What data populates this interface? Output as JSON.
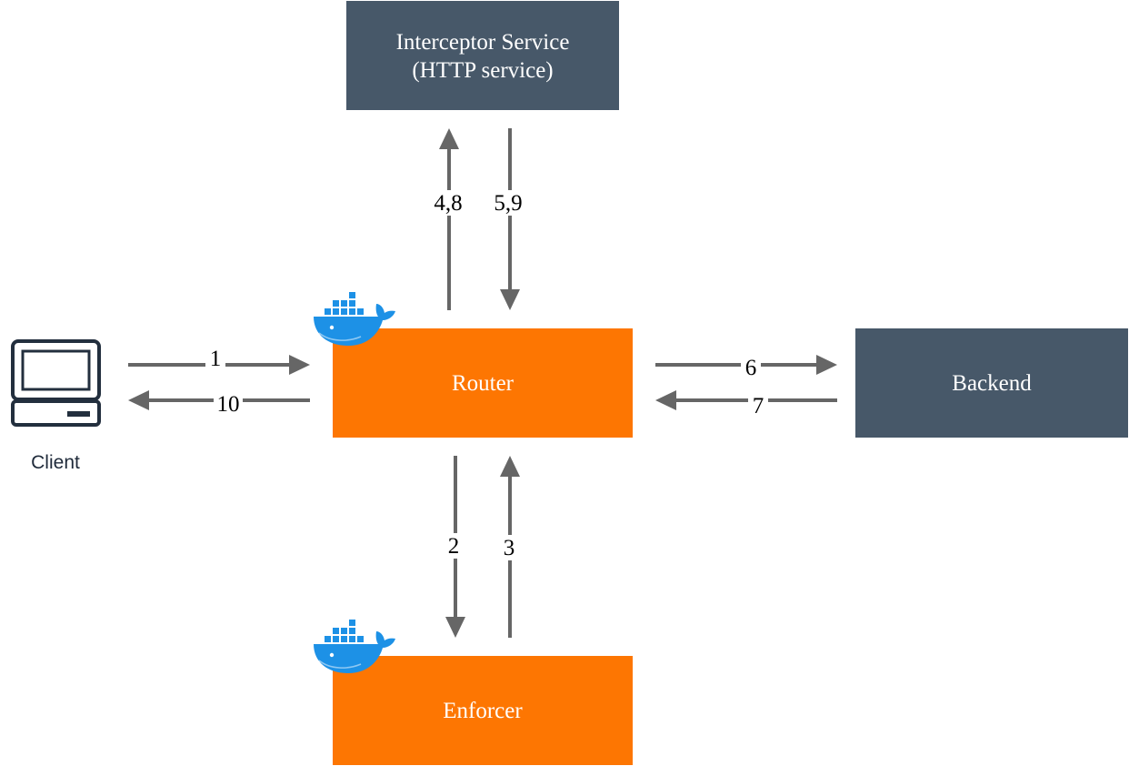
{
  "nodes": {
    "interceptor": {
      "line1": "Interceptor Service",
      "line2": "(HTTP service)"
    },
    "router": {
      "label": "Router"
    },
    "backend": {
      "label": "Backend"
    },
    "enforcer": {
      "label": "Enforcer"
    },
    "client": {
      "label": "Client"
    }
  },
  "edges": {
    "client_to_router": "1",
    "router_to_client": "10",
    "router_to_enforcer": "2",
    "enforcer_to_router": "3",
    "router_to_interceptor": "4,8",
    "interceptor_to_router": "5,9",
    "router_to_backend": "6",
    "backend_to_router": "7"
  },
  "colors": {
    "orange": "#fd7602",
    "slate": "#475869",
    "arrow": "#666666",
    "docker_blue": "#1d91e6"
  },
  "icons": {
    "client": "computer-terminal-icon",
    "container": "docker-whale-icon"
  }
}
